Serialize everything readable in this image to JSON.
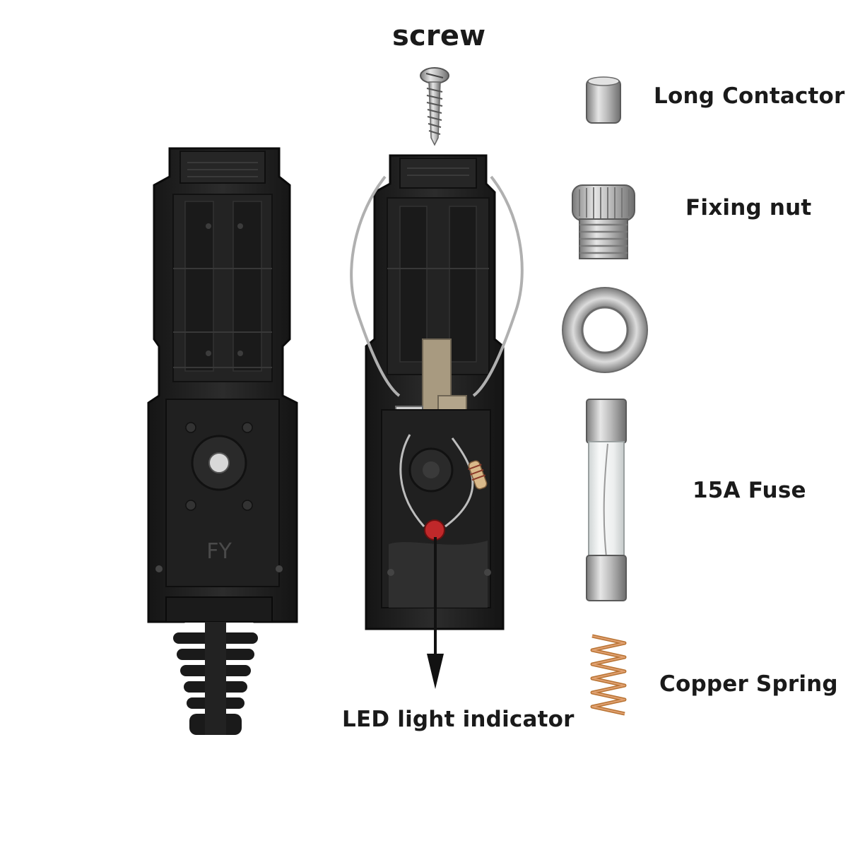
{
  "labels": {
    "screw": "screw",
    "long_contactor": "Long Contactor",
    "fixing_nut": "Fixing nut",
    "fuse": "15A Fuse",
    "copper_spring": "Copper Spring",
    "led_indicator": "LED light indicator"
  },
  "housing_marking": "FY",
  "colors": {
    "background": "#ffffff",
    "plastic_dark": "#1c1c1c",
    "plastic_mid": "#2e2e2e",
    "metal": "#b8b8b8",
    "copper": "#b87333",
    "led_red": "#c0282a",
    "arrow": "#111111"
  }
}
